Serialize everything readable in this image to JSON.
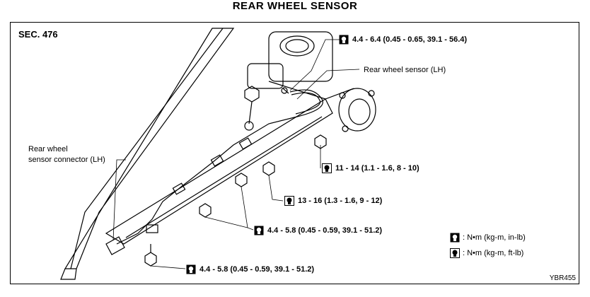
{
  "title": "REAR WHEEL SENSOR",
  "section": "SEC. 476",
  "labels": {
    "sensor": "Rear wheel sensor (LH)",
    "connector_line1": "Rear wheel",
    "connector_line2": "sensor connector (LH)"
  },
  "torque_specs": {
    "top": "4.4 - 6.4 (0.45 - 0.65, 39.1 - 56.4)",
    "bolt_right": "11 - 14 (1.1 - 1.6, 8 - 10)",
    "middle": "13 - 16 (1.3 - 1.6, 9 - 12)",
    "lower": "4.4 - 5.8 (0.45 - 0.59, 39.1 - 51.2)",
    "bottom": "4.4 - 5.8 (0.45 - 0.59, 39.1 - 51.2)"
  },
  "legend": {
    "in_lb": ": N•m (kg-m, in-lb)",
    "ft_lb": ": N•m (kg-m, ft-lb)"
  },
  "figure_code": "YBR455"
}
